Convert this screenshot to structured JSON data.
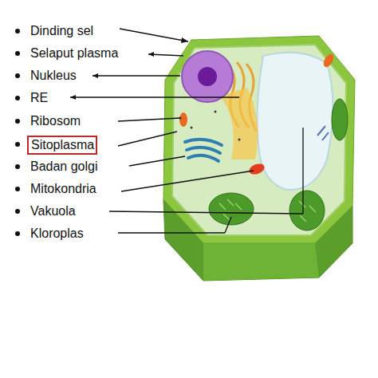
{
  "diagram": {
    "nodes": [
      {
        "text": [
          "Sitoplasma"
        ]
      }
    ],
    "labels": [
      "Dinding sel",
      "Selaput plasma",
      "Nukleus",
      "RE",
      "Ribosom",
      "Badan golgi",
      "Mitokondria",
      "Vakuola",
      "Kloroplas"
    ]
  }
}
